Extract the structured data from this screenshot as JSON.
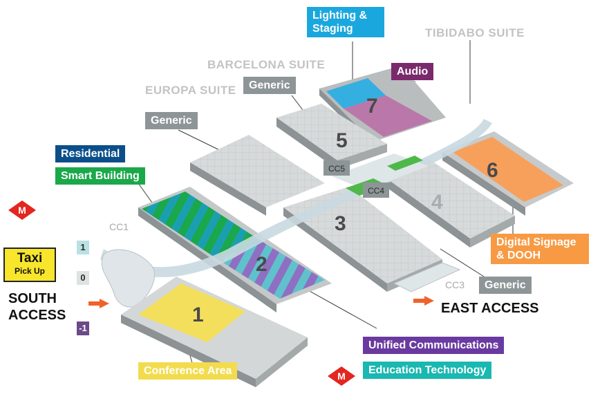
{
  "halls": [
    {
      "number": "1",
      "category": "Conference Area"
    },
    {
      "number": "2",
      "category": ""
    },
    {
      "number": "3",
      "category": ""
    },
    {
      "number": "4",
      "category": ""
    },
    {
      "number": "5",
      "category": ""
    },
    {
      "number": "6",
      "category": "Digital Signage & DOOH"
    },
    {
      "number": "7",
      "category": "Audio"
    }
  ],
  "labels": {
    "lighting_line1": "Lighting &",
    "lighting_line2": "Staging",
    "audio": "Audio",
    "generic": "Generic",
    "residential": "Residential",
    "smart_building": "Smart Building",
    "digital_line1": "Digital Signage",
    "digital_line2": "& DOOH",
    "unified": "Unified Communications",
    "education": "Education Technology",
    "conference": "Conference Area"
  },
  "suites": {
    "tibidabo": "TIBIDABO SUITE",
    "barcelona": "BARCELONA SUITE",
    "europa": "EUROPA SUITE"
  },
  "connectors": {
    "cc1": "CC1",
    "cc3": "CC3",
    "cc4": "CC4",
    "cc5": "CC5"
  },
  "access": {
    "south_line1": "SOUTH",
    "south_line2": "ACCESS",
    "east": "EAST ACCESS"
  },
  "taxi": {
    "line1": "Taxi",
    "line2": "Pick Up"
  },
  "metro": {
    "symbol": "M"
  },
  "levels": [
    "1",
    "0",
    "-1"
  ],
  "colors": {
    "lighting": "#1aa7de",
    "audio": "#7a2a6c",
    "generic": "#8e9597",
    "residential": "#0b4f8a",
    "smart_building": "#1aa84a",
    "digital": "#f79a43",
    "unified": "#6a3aa0",
    "education": "#19b8b0",
    "conference": "#f2dc4e",
    "metro": "#e3261f"
  }
}
